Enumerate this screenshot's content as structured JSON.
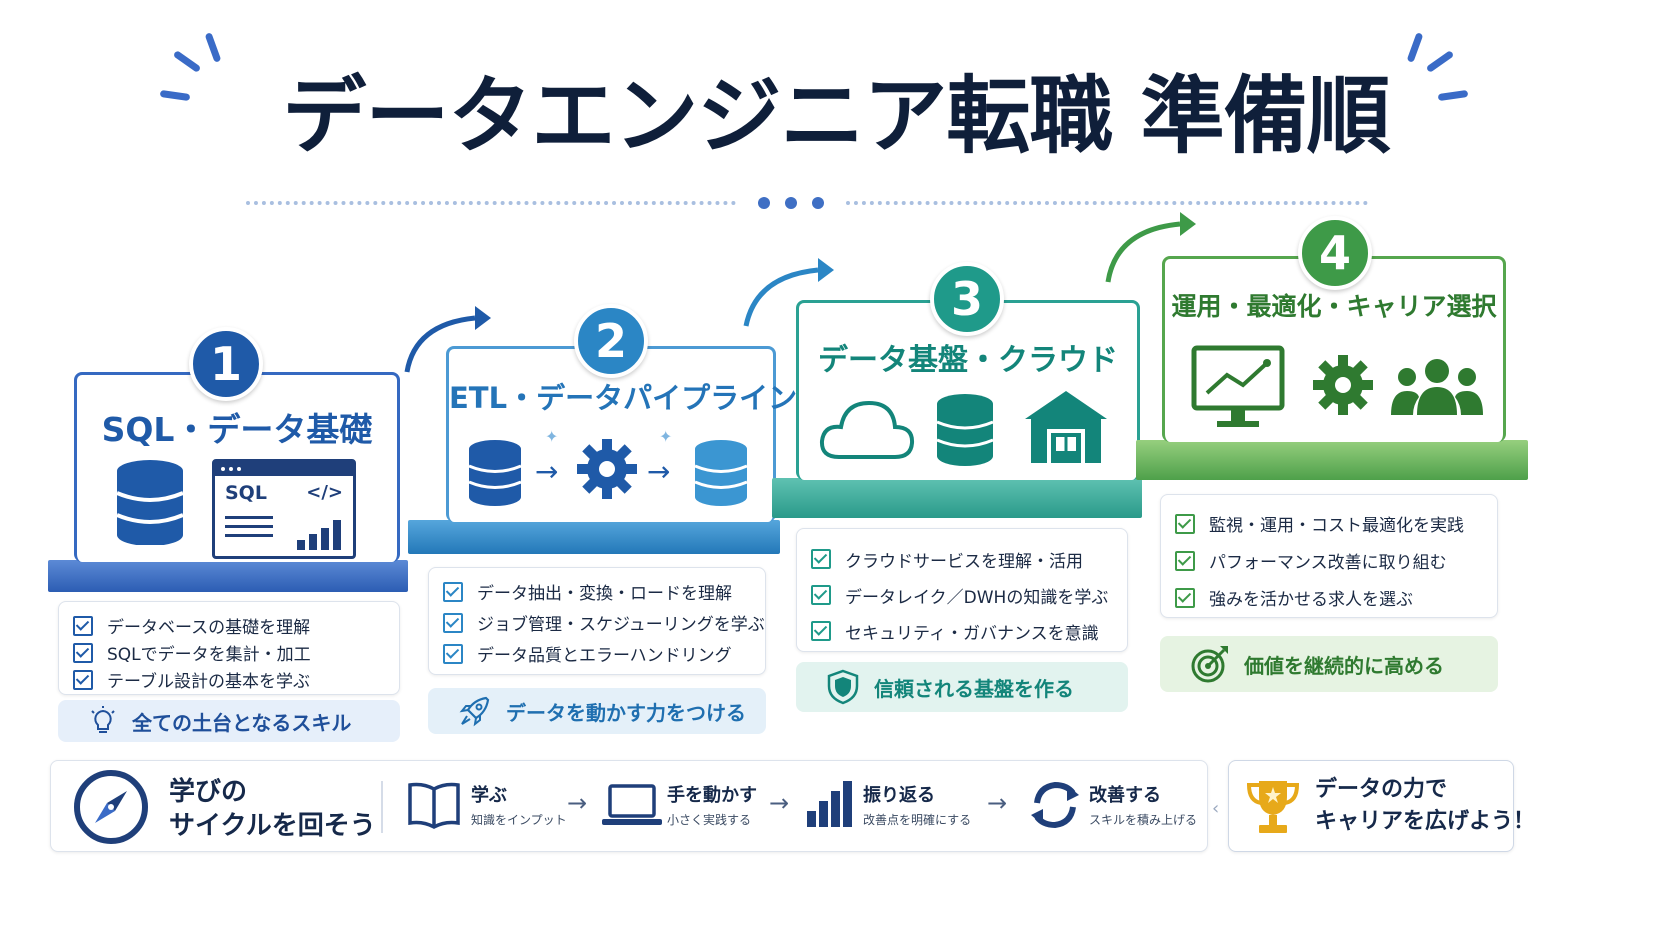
{
  "title": "データエンジニア転職 準備順",
  "steps": [
    {
      "number": "1",
      "title": "SQL・データ基礎",
      "code_label": "SQL",
      "code_tag": "</>",
      "items": [
        "データベースの基礎を理解",
        "SQLでデータを集計・加工",
        "テーブル設計の基本を学ぶ"
      ],
      "summary": "全ての土台となるスキル",
      "color": "#1f5aa8"
    },
    {
      "number": "2",
      "title": "ETL・データパイプライン",
      "items": [
        "データ抽出・変換・ロードを理解",
        "ジョブ管理・スケジューリングを学ぶ",
        "データ品質とエラーハンドリング"
      ],
      "summary": "データを動かす力をつける",
      "color": "#2b86c5"
    },
    {
      "number": "3",
      "title": "データ基盤・クラウド",
      "items": [
        "クラウドサービスを理解・活用",
        "データレイク／DWHの知識を学ぶ",
        "セキュリティ・ガバナンスを意識"
      ],
      "summary": "信頼される基盤を作る",
      "color": "#1f9a8a"
    },
    {
      "number": "4",
      "title": "運用・最適化・キャリア選択",
      "items": [
        "監視・運用・コスト最適化を実践",
        "パフォーマンス改善に取り組む",
        "強みを活かせる求人を選ぶ"
      ],
      "summary": "価値を継続的に高める",
      "color": "#3e9a48"
    }
  ],
  "cycle": {
    "title_line1": "学びの",
    "title_line2": "サイクルを回そう",
    "stages": [
      {
        "label": "学ぶ",
        "sub": "知識をインプット"
      },
      {
        "label": "手を動かす",
        "sub": "小さく実践する"
      },
      {
        "label": "振り返る",
        "sub": "改善点を明確にする"
      },
      {
        "label": "改善する",
        "sub": "スキルを積み上げる"
      }
    ]
  },
  "final": {
    "line1": "データの力で",
    "line2": "キャリアを広げよう！"
  }
}
